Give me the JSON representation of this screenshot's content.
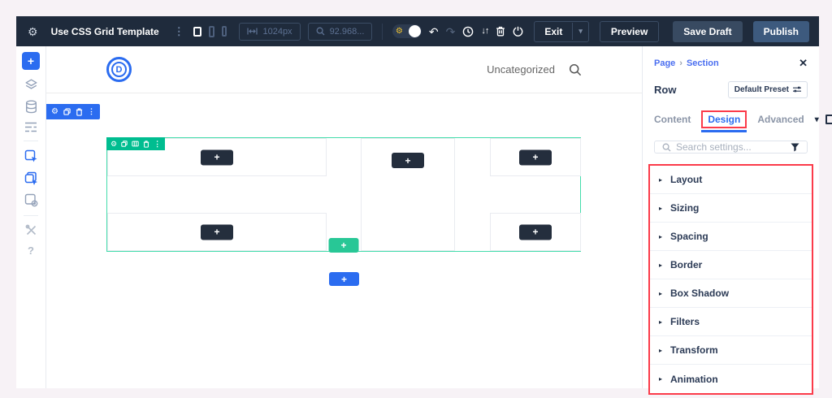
{
  "icons": {
    "gear": "⚙",
    "dots_vertical": "⋮",
    "undo": "↶",
    "redo": "↷",
    "sort": "↓↑",
    "caret_down": "▾",
    "close": "✕",
    "play": "▸",
    "plus": "+",
    "question": "?",
    "breadcrumb_sep": "›"
  },
  "colors": {
    "accent_blue": "#2b6cf0",
    "builder_green": "#00bd90",
    "section_border_green": "#43dcab",
    "annotation_red": "#fb3b4a",
    "topbar_bg": "#1f2b3c",
    "module_button_dark": "#242e3d",
    "toggle_yellow": "#f0c430"
  },
  "topbar": {
    "title": "Use CSS Grid Template",
    "width_value": "1024px",
    "zoom_value": "92.968...",
    "exit_label": "Exit",
    "preview_label": "Preview",
    "save_draft_label": "Save Draft",
    "publish_label": "Publish"
  },
  "canvas": {
    "logo_letter": "D",
    "category_label": "Uncategorized"
  },
  "panel": {
    "breadcrumb": {
      "root": "Page",
      "current": "Section"
    },
    "element_title": "Row",
    "preset_label": "Default Preset",
    "tabs": {
      "content": "Content",
      "design": "Design",
      "advanced": "Advanced"
    },
    "active_tab": "Design",
    "search_placeholder": "Search settings...",
    "accordion": [
      "Layout",
      "Sizing",
      "Spacing",
      "Border",
      "Box Shadow",
      "Filters",
      "Transform",
      "Animation"
    ]
  }
}
